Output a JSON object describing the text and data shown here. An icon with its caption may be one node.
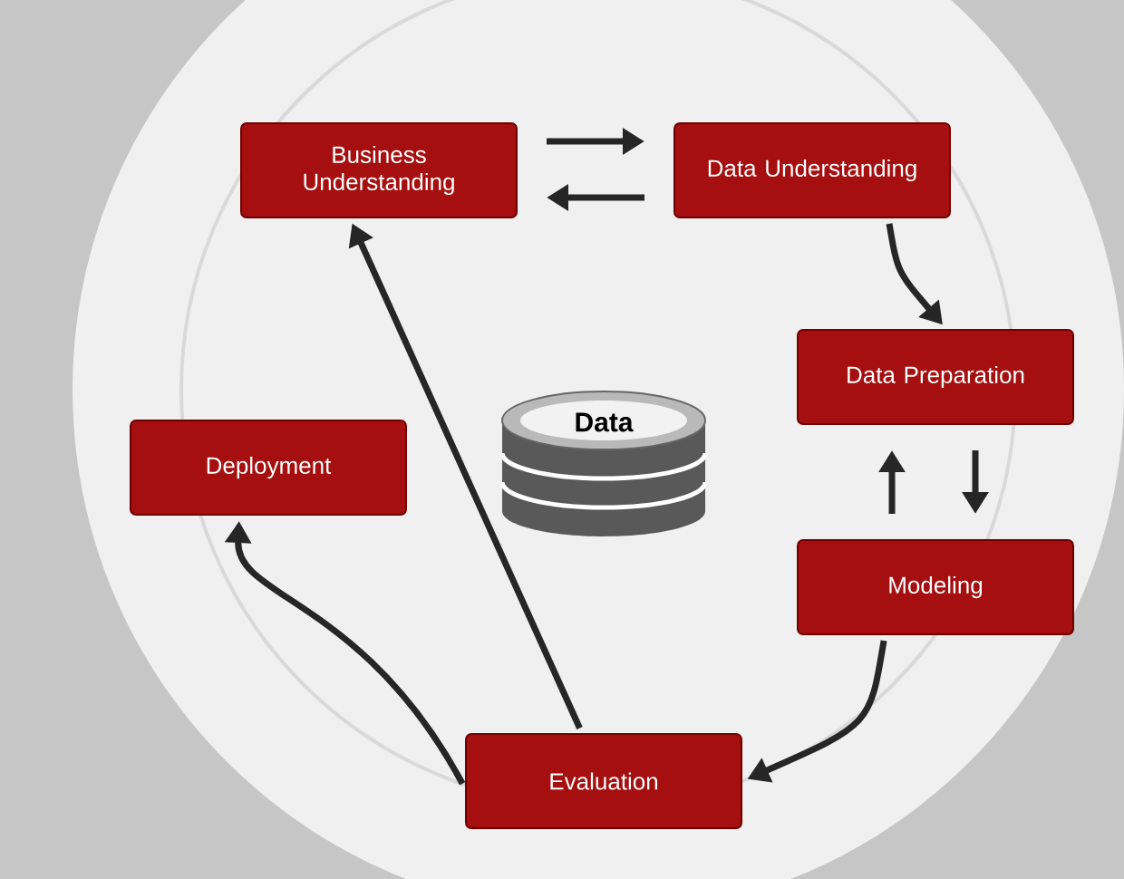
{
  "diagram": {
    "nodes": [
      {
        "text": [
          "Business Understanding"
        ]
      },
      {
        "text": [
          "Data Understanding"
        ]
      },
      {
        "text": [
          "Data Preparation"
        ]
      },
      {
        "text": [
          "Data"
        ]
      },
      {
        "text": [
          "Deployment"
        ]
      },
      {
        "text": [
          "Modeling"
        ]
      },
      {
        "text": [
          "Evaluation"
        ]
      }
    ],
    "edges": [
      {
        "from": 0,
        "to": 1,
        "arrow": "to"
      },
      {
        "from": 1,
        "to": 0,
        "arrow": "to"
      },
      {
        "from": 1,
        "to": 2,
        "arrow": "to"
      },
      {
        "from": 5,
        "to": 2,
        "arrow": "to"
      },
      {
        "from": 2,
        "to": 5,
        "arrow": "to"
      },
      {
        "from": 5,
        "to": 6,
        "arrow": "to"
      },
      {
        "from": 6,
        "to": 0,
        "arrow": "to"
      },
      {
        "from": 6,
        "to": 4,
        "arrow": "to"
      }
    ]
  }
}
